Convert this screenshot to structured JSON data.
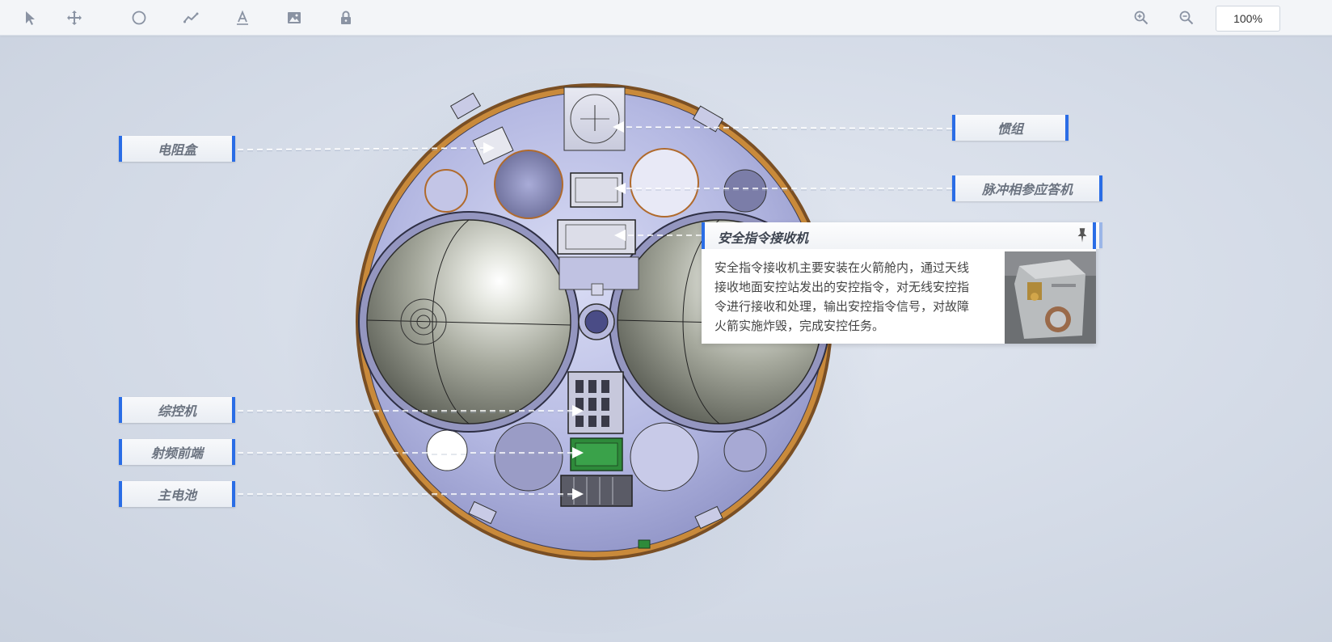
{
  "toolbar": {
    "zoom_value": "100%",
    "icons": [
      "select-arrow-icon",
      "move-icon",
      "circle-icon",
      "polyline-icon",
      "text-icon",
      "image-icon",
      "lock-icon",
      "zoom-in-icon",
      "zoom-out-icon"
    ]
  },
  "labels": {
    "resistor_box": "电阻盒",
    "inertial_group": "惯组",
    "pulse_transponder": "脉冲相参应答机",
    "safety_receiver": "安全指令接收机",
    "integrated_controller": "综控机",
    "rf_frontend": "射频前端",
    "main_battery": "主电池"
  },
  "info_card": {
    "title": "安全指令接收机",
    "lines": [
      "安全指令接收机主要安装在火箭舱内，通过天线",
      "接收地面安控站发出的安控指令，对无线安控指",
      "令进行接收和处理，输出安控指令信号，对故障",
      "火箭实施炸毁，完成安控任务。"
    ]
  },
  "colors": {
    "accent": "#2a6de6",
    "body_fill": "#b9bde4",
    "rim": "#c07a2e",
    "tank": "#b9bcb0"
  }
}
